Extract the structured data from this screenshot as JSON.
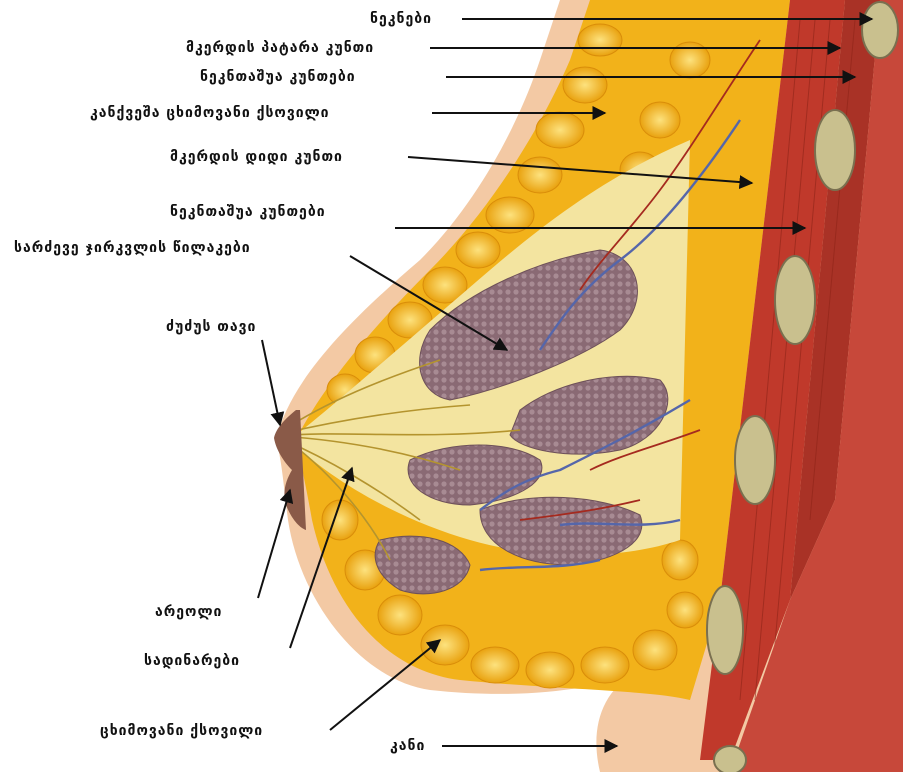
{
  "labels": {
    "ribs": "ნეკნები",
    "pectoralis_minor": "მკერდის პატარა კუნთი",
    "intercostal_muscles_top": "ნეკნთაშუა კუნთები",
    "retromammary_fat": "კანქვეშა ცხიმოვანი ქსოვილი",
    "pectoralis_major": "მკერდის დიდი კუნთი",
    "intercostal_muscles_mid": "ნეკნთაშუა კუნთები",
    "lobules": "სარძევე ჯირკვლის წილაკები",
    "nipple": "ძუძუს თავი",
    "areola": "არეოლი",
    "ducts": "სადინარები",
    "fatty_tissue": "ცხიმოვანი ქსოვილი",
    "skin": "კანი"
  },
  "colors": {
    "skin": "#f3c9a4",
    "fat": "#f4b41a",
    "fat_light": "#fbe27a",
    "muscle": "#c0392b",
    "muscle_dark": "#8e2418",
    "rib": "#c9c08e",
    "gland": "#8c6f78",
    "stroma": "#f3e6a0",
    "vein": "#5566aa",
    "artery": "#a52a1f",
    "line": "#111111"
  }
}
